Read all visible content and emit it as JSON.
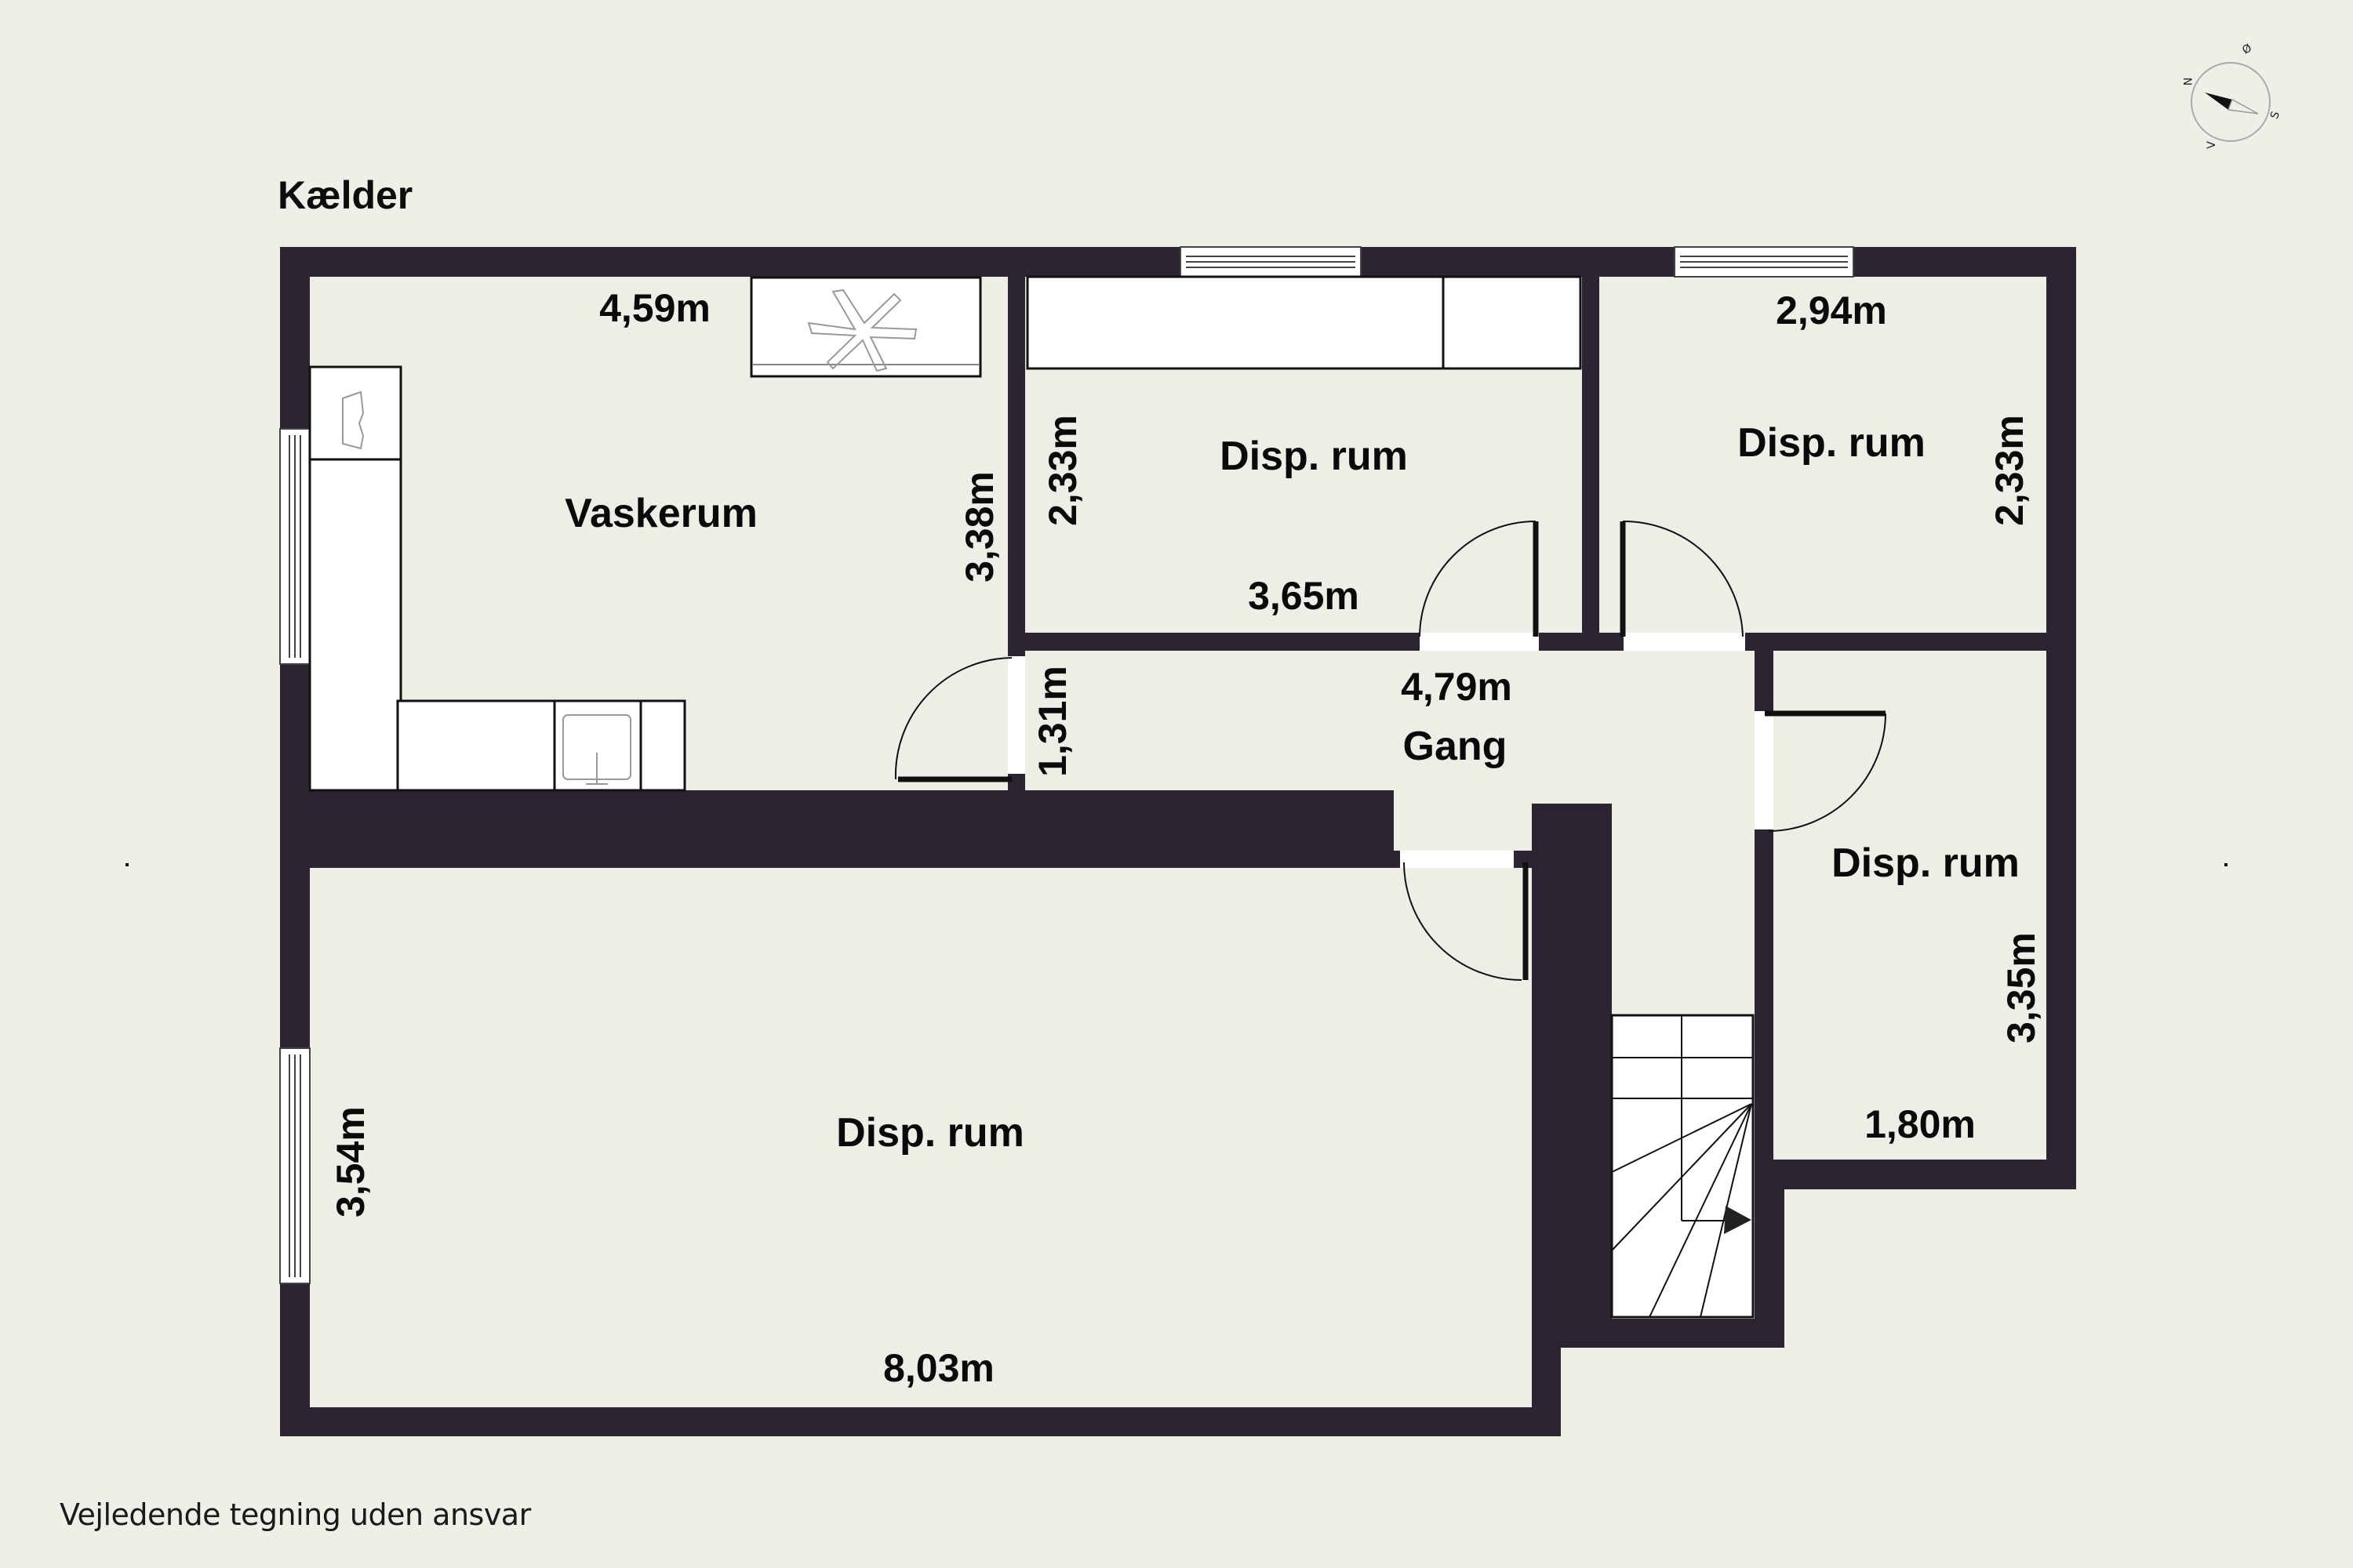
{
  "plan": {
    "title": "Kælder",
    "disclaimer": "Vejledende tegning uden ansvar",
    "colors": {
      "background": "#f0efe7",
      "floor": "#eeeee6",
      "wall": "#2a2530",
      "fixture": "#ffffff",
      "text": "#0a0a0a"
    }
  },
  "compass": {
    "north": "N",
    "east": "Ø",
    "south": "S",
    "west": "V"
  },
  "rooms": {
    "vaskerum": {
      "name": "Vaskerum",
      "width": "4,59m",
      "height": "3,38m"
    },
    "disp_top_middle": {
      "name": "Disp. rum",
      "width": "3,65m",
      "height": "2,33m"
    },
    "disp_top_right": {
      "name": "Disp. rum",
      "width": "2,94m",
      "height": "2,33m"
    },
    "gang": {
      "name": "Gang",
      "width": "4,79m",
      "height": "1,31m"
    },
    "disp_right": {
      "name": "Disp. rum",
      "width": "1,80m",
      "height": "3,35m"
    },
    "disp_large": {
      "name": "Disp. rum",
      "width": "8,03m",
      "height": "3,54m"
    }
  }
}
